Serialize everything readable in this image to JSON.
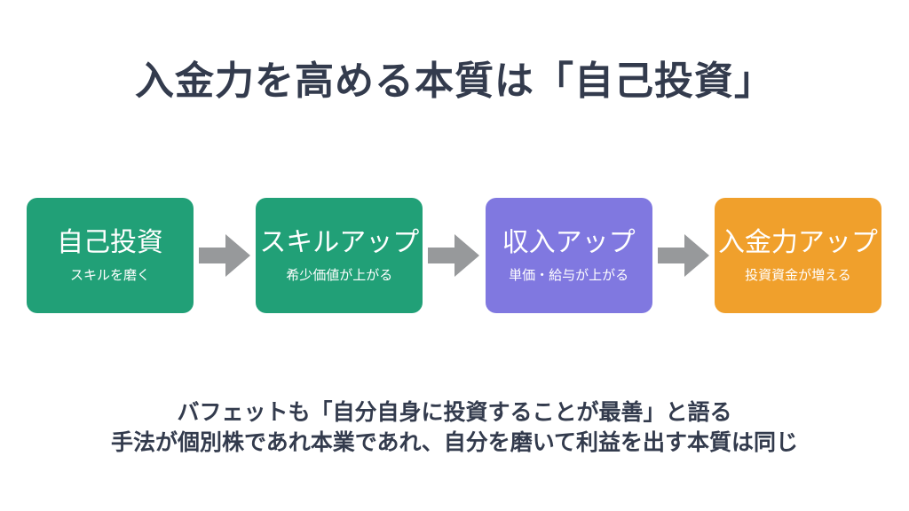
{
  "title": "入金力を高める本質は「自己投資」",
  "flow": {
    "arrow_color": "#97999b",
    "steps": [
      {
        "label": "自己投資",
        "sublabel": "スキルを磨く",
        "color": "#21a077"
      },
      {
        "label": "スキルアップ",
        "sublabel": "希少価値が上がる",
        "color": "#21a077"
      },
      {
        "label": "収入アップ",
        "sublabel": "単価・給与が上がる",
        "color": "#8078e0"
      },
      {
        "label": "入金力アップ",
        "sublabel": "投資資金が増える",
        "color": "#f0a02c"
      }
    ]
  },
  "footer": {
    "line1": "バフェットも「自分自身に投資することが最善」と語る",
    "line2": "手法が個別株であれ本業であれ、自分を磨いて利益を出す本質は同じ"
  },
  "colors": {
    "background": "#ffffff",
    "text": "#333b4d",
    "green": "#21a077",
    "purple": "#8078e0",
    "orange": "#f0a02c",
    "arrow_gray": "#97999b"
  }
}
